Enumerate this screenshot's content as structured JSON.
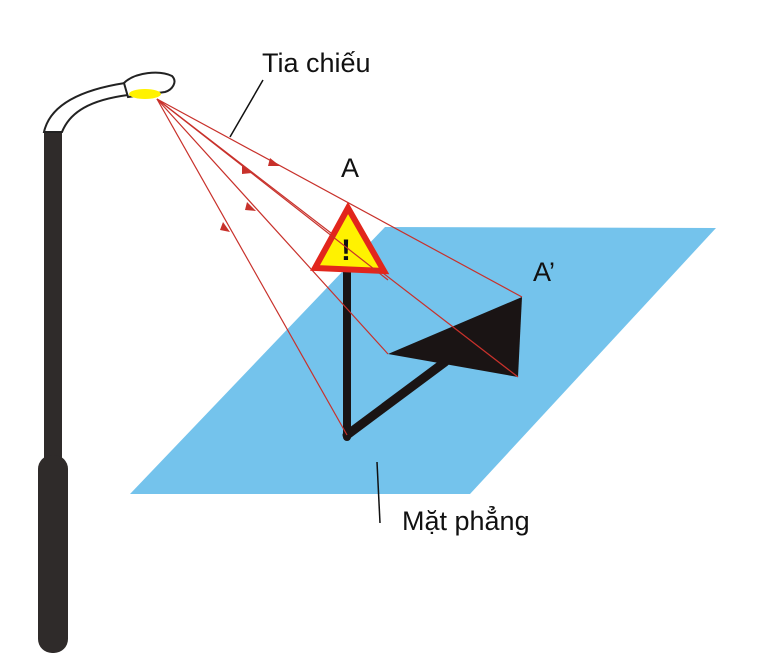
{
  "labels": {
    "ray": "Tia chiếu",
    "point": "A",
    "projection": "A’",
    "plane": "Mặt phẳng"
  },
  "sign_symbol": "!",
  "colors": {
    "plane": "#74C3EC",
    "ray": "#C8312B",
    "sign_fill": "#FFF200",
    "sign_border": "#E2261C",
    "shadow": "#1a1414",
    "pole": "#2f2b2a"
  }
}
